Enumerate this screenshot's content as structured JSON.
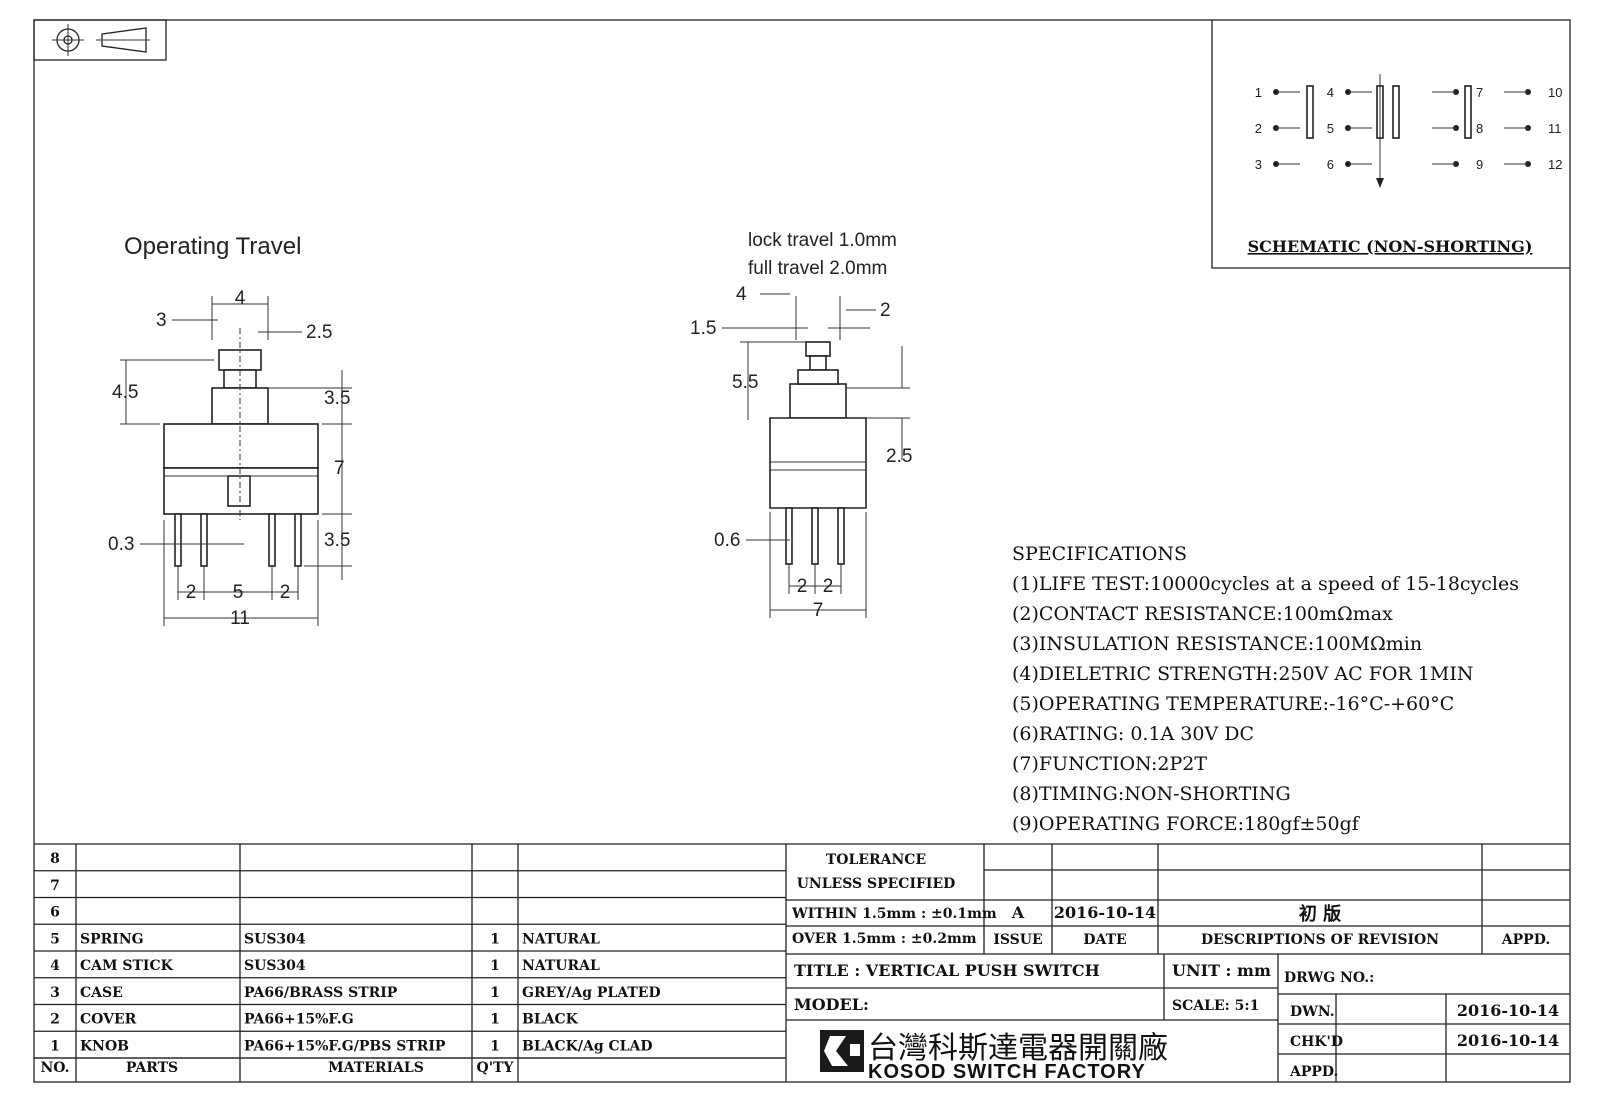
{
  "view_labels": {
    "operating_travel": "Operating Travel",
    "lock_travel": "lock travel 1.0mm",
    "full_travel": "full travel 2.0mm"
  },
  "left_view_dims": {
    "d3": "3",
    "d4": "4",
    "d25": "2.5",
    "d45": "4.5",
    "d35a": "3.5",
    "d7": "7",
    "d35b": "3.5",
    "d03": "0.3",
    "p2a": "2",
    "p5": "5",
    "p2b": "2",
    "w11": "11"
  },
  "right_view_dims": {
    "d4": "4",
    "d2": "2",
    "d15": "1.5",
    "d55": "5.5",
    "d25": "2.5",
    "d06": "0.6",
    "p2a": "2",
    "p2b": "2",
    "w7": "7"
  },
  "schematic": {
    "title": "SCHEMATIC (NON-SHORTING)",
    "pins": [
      "1",
      "2",
      "3",
      "4",
      "5",
      "6",
      "7",
      "8",
      "9",
      "10",
      "11",
      "12"
    ]
  },
  "specifications": {
    "heading": "SPECIFICATIONS",
    "items": [
      "(1)LIFE TEST:10000cycles at a speed of 15-18cycles",
      "(2)CONTACT RESISTANCE:100mΩmax",
      "(3)INSULATION RESISTANCE:100MΩmin",
      "(4)DIELETRIC STRENGTH:250V AC FOR 1MIN",
      "(5)OPERATING TEMPERATURE:-16°C-+60°C",
      "(6)RATING: 0.1A 30V DC",
      "(7)FUNCTION:2P2T",
      "(8)TIMING:NON-SHORTING",
      "(9)OPERATING FORCE:180gf±50gf"
    ]
  },
  "bom": {
    "rows": [
      {
        "no": "8",
        "part": "",
        "material": "",
        "qty": "",
        "finish": ""
      },
      {
        "no": "7",
        "part": "",
        "material": "",
        "qty": "",
        "finish": ""
      },
      {
        "no": "6",
        "part": "",
        "material": "",
        "qty": "",
        "finish": ""
      },
      {
        "no": "5",
        "part": "SPRING",
        "material": "SUS304",
        "qty": "1",
        "finish": "NATURAL"
      },
      {
        "no": "4",
        "part": "CAM STICK",
        "material": "SUS304",
        "qty": "1",
        "finish": "NATURAL"
      },
      {
        "no": "3",
        "part": "CASE",
        "material": "PA66/BRASS STRIP",
        "qty": "1",
        "finish": "GREY/Ag PLATED"
      },
      {
        "no": "2",
        "part": "COVER",
        "material": "PA66+15%F.G",
        "qty": "1",
        "finish": "BLACK"
      },
      {
        "no": "1",
        "part": "KNOB",
        "material": "PA66+15%F.G/PBS STRIP",
        "qty": "1",
        "finish": "BLACK/Ag CLAD"
      }
    ],
    "header": {
      "no": "NO.",
      "parts": "PARTS",
      "materials": "MATERIALS",
      "qty": "Q'TY"
    }
  },
  "tolerance": {
    "l1": "TOLERANCE",
    "l2": "UNLESS SPECIFIED",
    "l3": "WITHIN 1.5mm : ±0.1mm",
    "l4": "OVER 1.5mm : ±0.2mm"
  },
  "revision": {
    "issue": "A",
    "date": "2016-10-14",
    "description": "初 版",
    "h_issue": "ISSUE",
    "h_date": "DATE",
    "h_desc": "DESCRIPTIONS OF REVISION",
    "h_appd": "APPD."
  },
  "title_block": {
    "title": "TITLE :  VERTICAL PUSH SWITCH",
    "unit": "UNIT :  mm",
    "model": "MODEL:",
    "scale": "SCALE:  5:1",
    "drwg_no": "DRWG NO.:",
    "dwn": "DWN.",
    "dwn_date": "2016-10-14",
    "chkd": "CHK'D",
    "chkd_date": "2016-10-14",
    "appd": "APPD.",
    "company_cn": "台灣科斯達電器開關廠",
    "company_en": "KOSOD SWITCH FACTORY"
  }
}
